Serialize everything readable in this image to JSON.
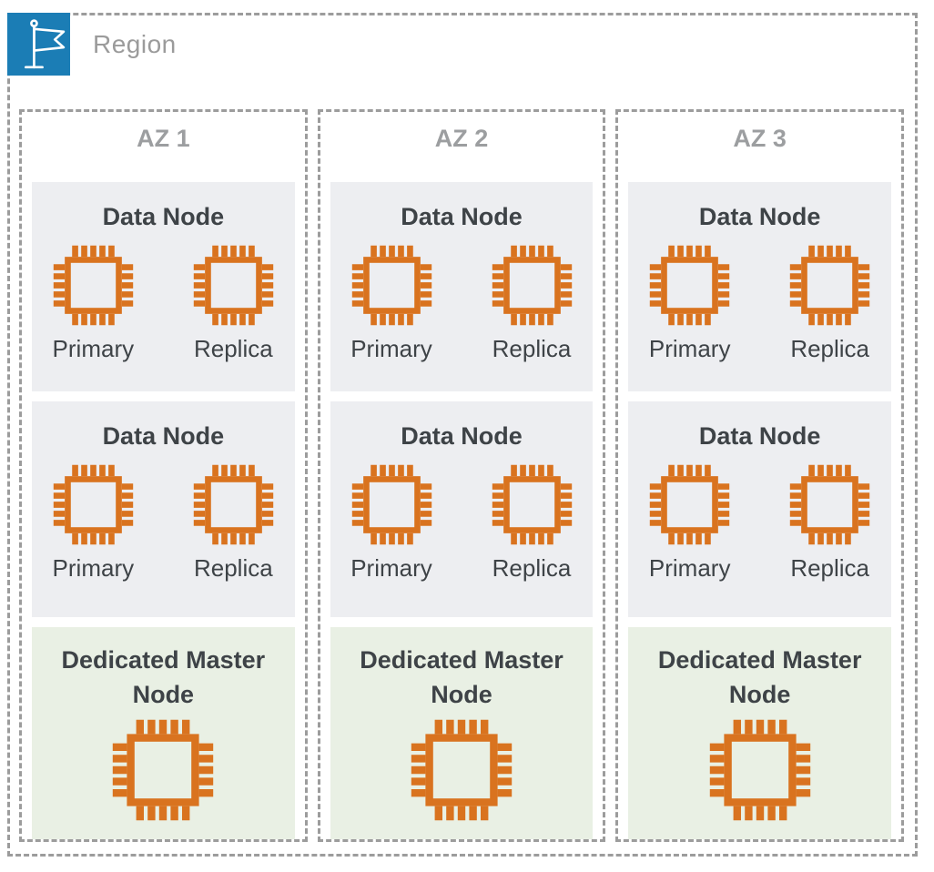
{
  "region": {
    "label": "Region",
    "icon": "flag-icon"
  },
  "azs": [
    {
      "label": "AZ 1",
      "data_nodes": [
        {
          "title": "Data Node",
          "chips": [
            {
              "icon": "processor-chip-icon",
              "label": "Primary"
            },
            {
              "icon": "processor-chip-icon",
              "label": "Replica"
            }
          ]
        },
        {
          "title": "Data Node",
          "chips": [
            {
              "icon": "processor-chip-icon",
              "label": "Primary"
            },
            {
              "icon": "processor-chip-icon",
              "label": "Replica"
            }
          ]
        }
      ],
      "master_node": {
        "title": "Dedicated Master Node",
        "icon": "processor-chip-icon"
      }
    },
    {
      "label": "AZ 2",
      "data_nodes": [
        {
          "title": "Data Node",
          "chips": [
            {
              "icon": "processor-chip-icon",
              "label": "Primary"
            },
            {
              "icon": "processor-chip-icon",
              "label": "Replica"
            }
          ]
        },
        {
          "title": "Data Node",
          "chips": [
            {
              "icon": "processor-chip-icon",
              "label": "Primary"
            },
            {
              "icon": "processor-chip-icon",
              "label": "Replica"
            }
          ]
        }
      ],
      "master_node": {
        "title": "Dedicated Master Node",
        "icon": "processor-chip-icon"
      }
    },
    {
      "label": "AZ 3",
      "data_nodes": [
        {
          "title": "Data Node",
          "chips": [
            {
              "icon": "processor-chip-icon",
              "label": "Primary"
            },
            {
              "icon": "processor-chip-icon",
              "label": "Replica"
            }
          ]
        },
        {
          "title": "Data Node",
          "chips": [
            {
              "icon": "processor-chip-icon",
              "label": "Primary"
            },
            {
              "icon": "processor-chip-icon",
              "label": "Replica"
            }
          ]
        }
      ],
      "master_node": {
        "title": "Dedicated Master Node",
        "icon": "processor-chip-icon"
      }
    }
  ],
  "colors": {
    "chip_orange": "#d9731f",
    "region_icon_blue": "#1b7db5",
    "data_node_bg": "#edeef1",
    "master_node_bg": "#e9f0e4",
    "dashed_border_gray": "#9c9c9c",
    "dark_text": "#3e4347",
    "gray_text": "#9b9b9b"
  }
}
